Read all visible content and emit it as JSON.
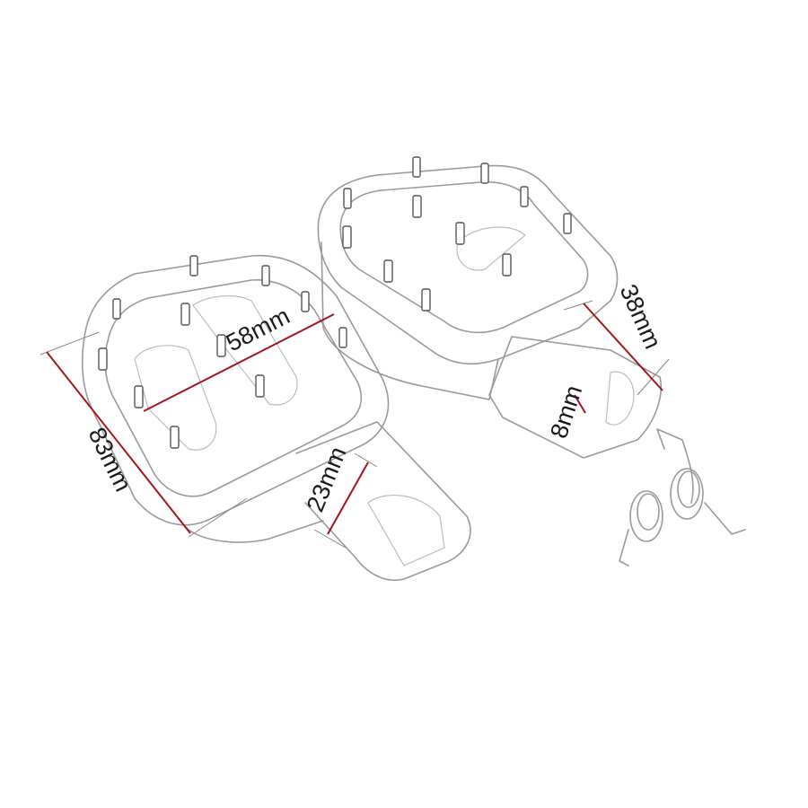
{
  "dimensions": {
    "width_top": "58mm",
    "length": "83mm",
    "mount_width": "23mm",
    "height": "38mm",
    "pin_hole": "8mm"
  },
  "colors": {
    "dimension_line": "#a3171c",
    "sketch": "#9a9a9a"
  }
}
